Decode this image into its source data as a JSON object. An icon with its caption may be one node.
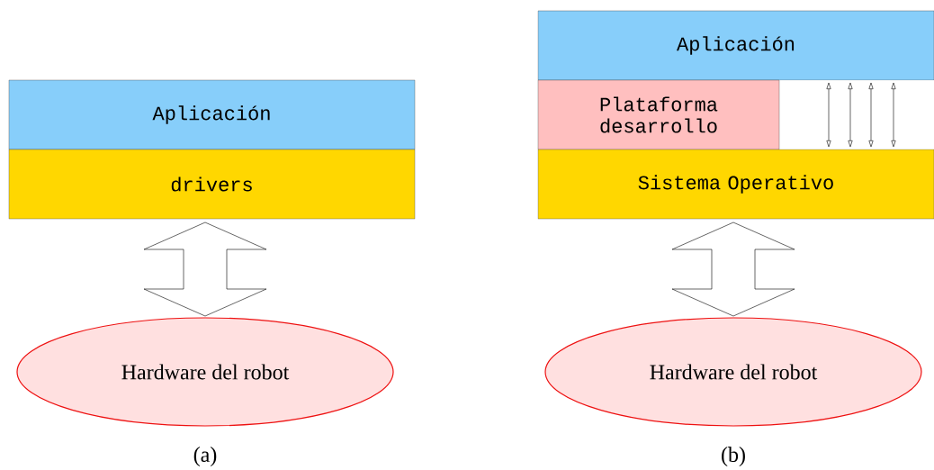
{
  "diagram": {
    "nodes": [
      {
        "text": [
          "Aplicación"
        ]
      },
      {
        "text": [
          "drivers"
        ]
      },
      {
        "text": [
          "Hardware del robot"
        ]
      },
      {
        "text": [
          "Aplicación"
        ]
      },
      {
        "text": [
          "Plataforma desarrollo"
        ]
      },
      {
        "text": [
          "Sistema Operativo"
        ]
      },
      {
        "text": [
          "Hardware del robot"
        ]
      }
    ],
    "edges": [
      {
        "from": 1,
        "to": 2,
        "arrow": "both"
      },
      {
        "from": 3,
        "to": 5,
        "arrow": "both"
      },
      {
        "from": 3,
        "to": 5,
        "arrow": "both"
      },
      {
        "from": 3,
        "to": 5,
        "arrow": "both"
      },
      {
        "from": 3,
        "to": 5,
        "arrow": "both"
      },
      {
        "from": 5,
        "to": 6,
        "arrow": "both"
      }
    ],
    "labels": [
      "(a)",
      "(b)"
    ]
  }
}
